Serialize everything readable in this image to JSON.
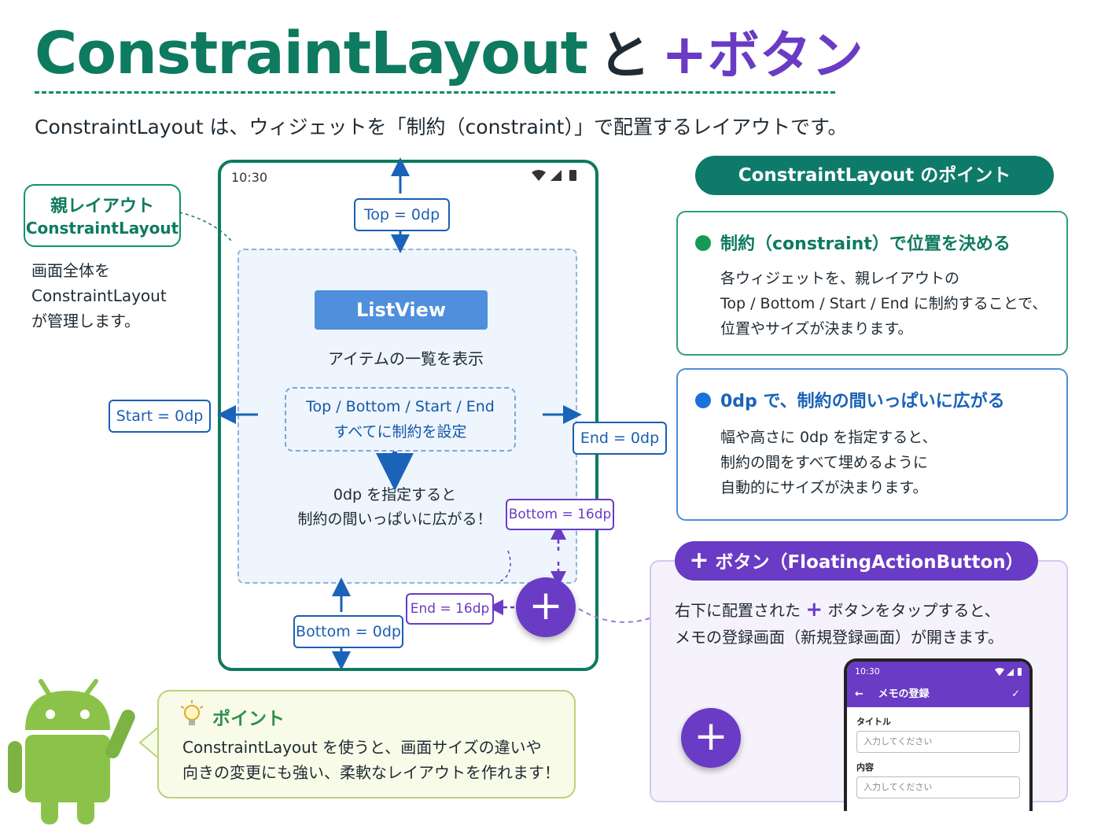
{
  "title": {
    "main": "ConstraintLayout",
    "and": "と",
    "plus": "+",
    "button": "ボタン"
  },
  "subtitle": "ConstraintLayout は、ウィジェットを「制約（constraint）」で配置するレイアウトです。",
  "parent": {
    "label_jp": "親レイアウト",
    "label_en": "ConstraintLayout",
    "desc": [
      "画面全体を",
      "ConstraintLayout",
      "が管理します。"
    ]
  },
  "phone": {
    "time": "10:30",
    "listview": "ListView",
    "listview_desc": "アイテムの一覧を表示",
    "all_box": [
      "Top / Bottom / Start / End",
      "すべてに制約を設定"
    ],
    "zero_desc": [
      "0dp を指定すると",
      "制約の間いっぱいに広がる！"
    ],
    "tags": {
      "top": "Top = 0dp",
      "start": "Start = 0dp",
      "end": "End = 0dp",
      "bottom": "Bottom = 0dp",
      "fab_bottom": "Bottom = 16dp",
      "fab_end": "End = 16dp"
    },
    "fab_symbol": "+"
  },
  "points": {
    "header": "ConstraintLayout のポイント",
    "card1": {
      "title": "制約（constraint）で位置を決める",
      "body": [
        "各ウィジェットを、親レイアウトの",
        "Top / Bottom / Start / End に制約することで、",
        "位置やサイズが決まります。"
      ]
    },
    "card2": {
      "title": "0dp で、制約の間いっぱいに広がる",
      "body": [
        "幅や高さに 0dp を指定すると、",
        "制約の間をすべて埋めるように",
        "自動的にサイズが決まります。"
      ]
    }
  },
  "fab_panel": {
    "header_plus": "+",
    "header": "ボタン（FloatingActionButton）",
    "desc_line1_a": "右下に配置された",
    "desc_plus": "+",
    "desc_line1_b": "ボタンをタップすると、",
    "desc_line2": "メモの登録画面（新規登録画面）が開きます。",
    "fab_symbol": "+",
    "mini": {
      "time": "10:30",
      "title": "メモの登録",
      "label_title": "タイトル",
      "placeholder1": "入力してください",
      "label_content": "内容",
      "placeholder2": "入力してください"
    }
  },
  "tip": {
    "title": "ポイント",
    "body": [
      "ConstraintLayout を使うと、画面サイズの違いや",
      "向きの変更にも強い、柔軟なレイアウトを作れます！"
    ]
  },
  "colors": {
    "green": "#0e7a5f",
    "purple": "#6a3bc4",
    "blue": "#1a5fb4",
    "listview": "#4f8fdc",
    "android": "#8bc34a"
  }
}
